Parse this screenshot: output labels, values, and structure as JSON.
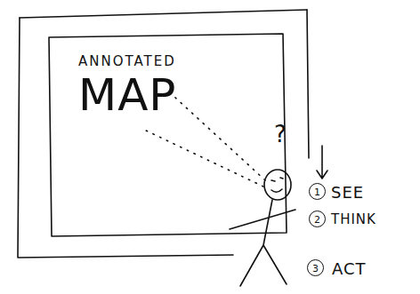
{
  "diagram": {
    "nodes": [
      {
        "text": [
          "ANNOTATED",
          "MAP"
        ]
      },
      {
        "text": [
          "1"
        ]
      },
      {
        "text": [
          "2"
        ]
      },
      {
        "text": [
          "3"
        ]
      }
    ],
    "labels": [
      "?",
      "SEE",
      "THINK",
      "ACT"
    ]
  }
}
